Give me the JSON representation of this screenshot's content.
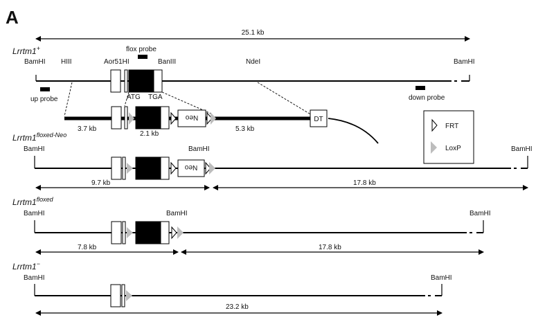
{
  "panel_label": "A",
  "wt": {
    "name": "Lrrtm1",
    "sup": "+",
    "total_kb": "25.1 kb",
    "sites": {
      "bamhi_left": "BamHI",
      "hiii": "HIII",
      "aor51hi": "Aor51HI",
      "baniii": "BanIII",
      "ndei": "NdeI",
      "bamhi_right": "BamHI"
    },
    "flox_probe": "flox probe",
    "up_probe": "up probe",
    "down_probe": "down probe",
    "atg": "ATG",
    "tga": "TGA"
  },
  "vector": {
    "arm_left_kb": "3.7 kb",
    "mid_kb": "2.1 kb",
    "arm_right_kb": "5.3 kb",
    "neo": "Neo",
    "dt": "DT"
  },
  "legend": {
    "frt": "FRT",
    "loxp": "LoxP"
  },
  "floxed_neo": {
    "name": "Lrrtm1",
    "sup": "floxed-Neo",
    "bamhi_left": "BamHI",
    "bamhi_mid": "BamHI",
    "bamhi_right": "BamHI",
    "neo": "Neo",
    "left_kb": "9.7 kb",
    "right_kb": "17.8 kb"
  },
  "floxed": {
    "name": "Lrrtm1",
    "sup": "floxed",
    "bamhi_left": "BamHI",
    "bamhi_mid": "BamHI",
    "bamhi_right": "BamHI",
    "left_kb": "7.8 kb",
    "right_kb": "17.8 kb"
  },
  "null": {
    "name": "Lrrtm1",
    "sup": "−",
    "bamhi_left": "BamHI",
    "bamhi_right": "BamHI",
    "total_kb": "23.2 kb"
  }
}
